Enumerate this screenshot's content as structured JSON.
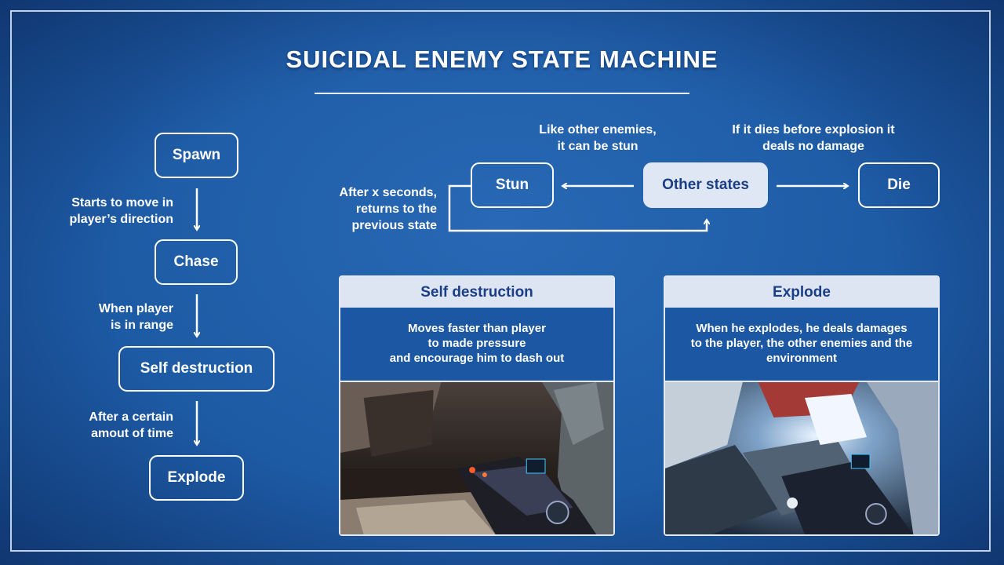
{
  "title": "SUICIDAL ENEMY STATE MACHINE",
  "flow": {
    "nodes": {
      "spawn": "Spawn",
      "chase": "Chase",
      "self_destruction": "Self destruction",
      "explode": "Explode"
    },
    "transitions": {
      "spawn_to_chase": [
        "Starts to move in",
        "player’s direction"
      ],
      "chase_to_self": [
        "When player",
        "is in range"
      ],
      "self_to_explode": [
        "After a certain",
        "amout of time"
      ]
    }
  },
  "side_states": {
    "nodes": {
      "stun": "Stun",
      "other_states": "Other states",
      "die": "Die"
    },
    "notes": {
      "stun_note": [
        "Like other enemies,",
        "it can be stun"
      ],
      "die_note": [
        "If it dies before explosion it",
        "deals no damage"
      ],
      "return_note": [
        "After x seconds,",
        "returns to the",
        "previous state"
      ]
    }
  },
  "cards": [
    {
      "header": "Self destruction",
      "text": [
        "Moves faster than player",
        "to made pressure",
        "and encourage him to dash out"
      ],
      "image": "gameplay-screenshot-self-destruction"
    },
    {
      "header": "Explode",
      "text": [
        "When he explodes, he deals damages",
        "to the player, the other enemies and the",
        "environment"
      ],
      "image": "gameplay-screenshot-explode"
    }
  ],
  "colors": {
    "background": "#1d5aa4",
    "line": "#ffffff",
    "fill_node": "#dfe6f4",
    "fill_text": "#1b3f86"
  }
}
